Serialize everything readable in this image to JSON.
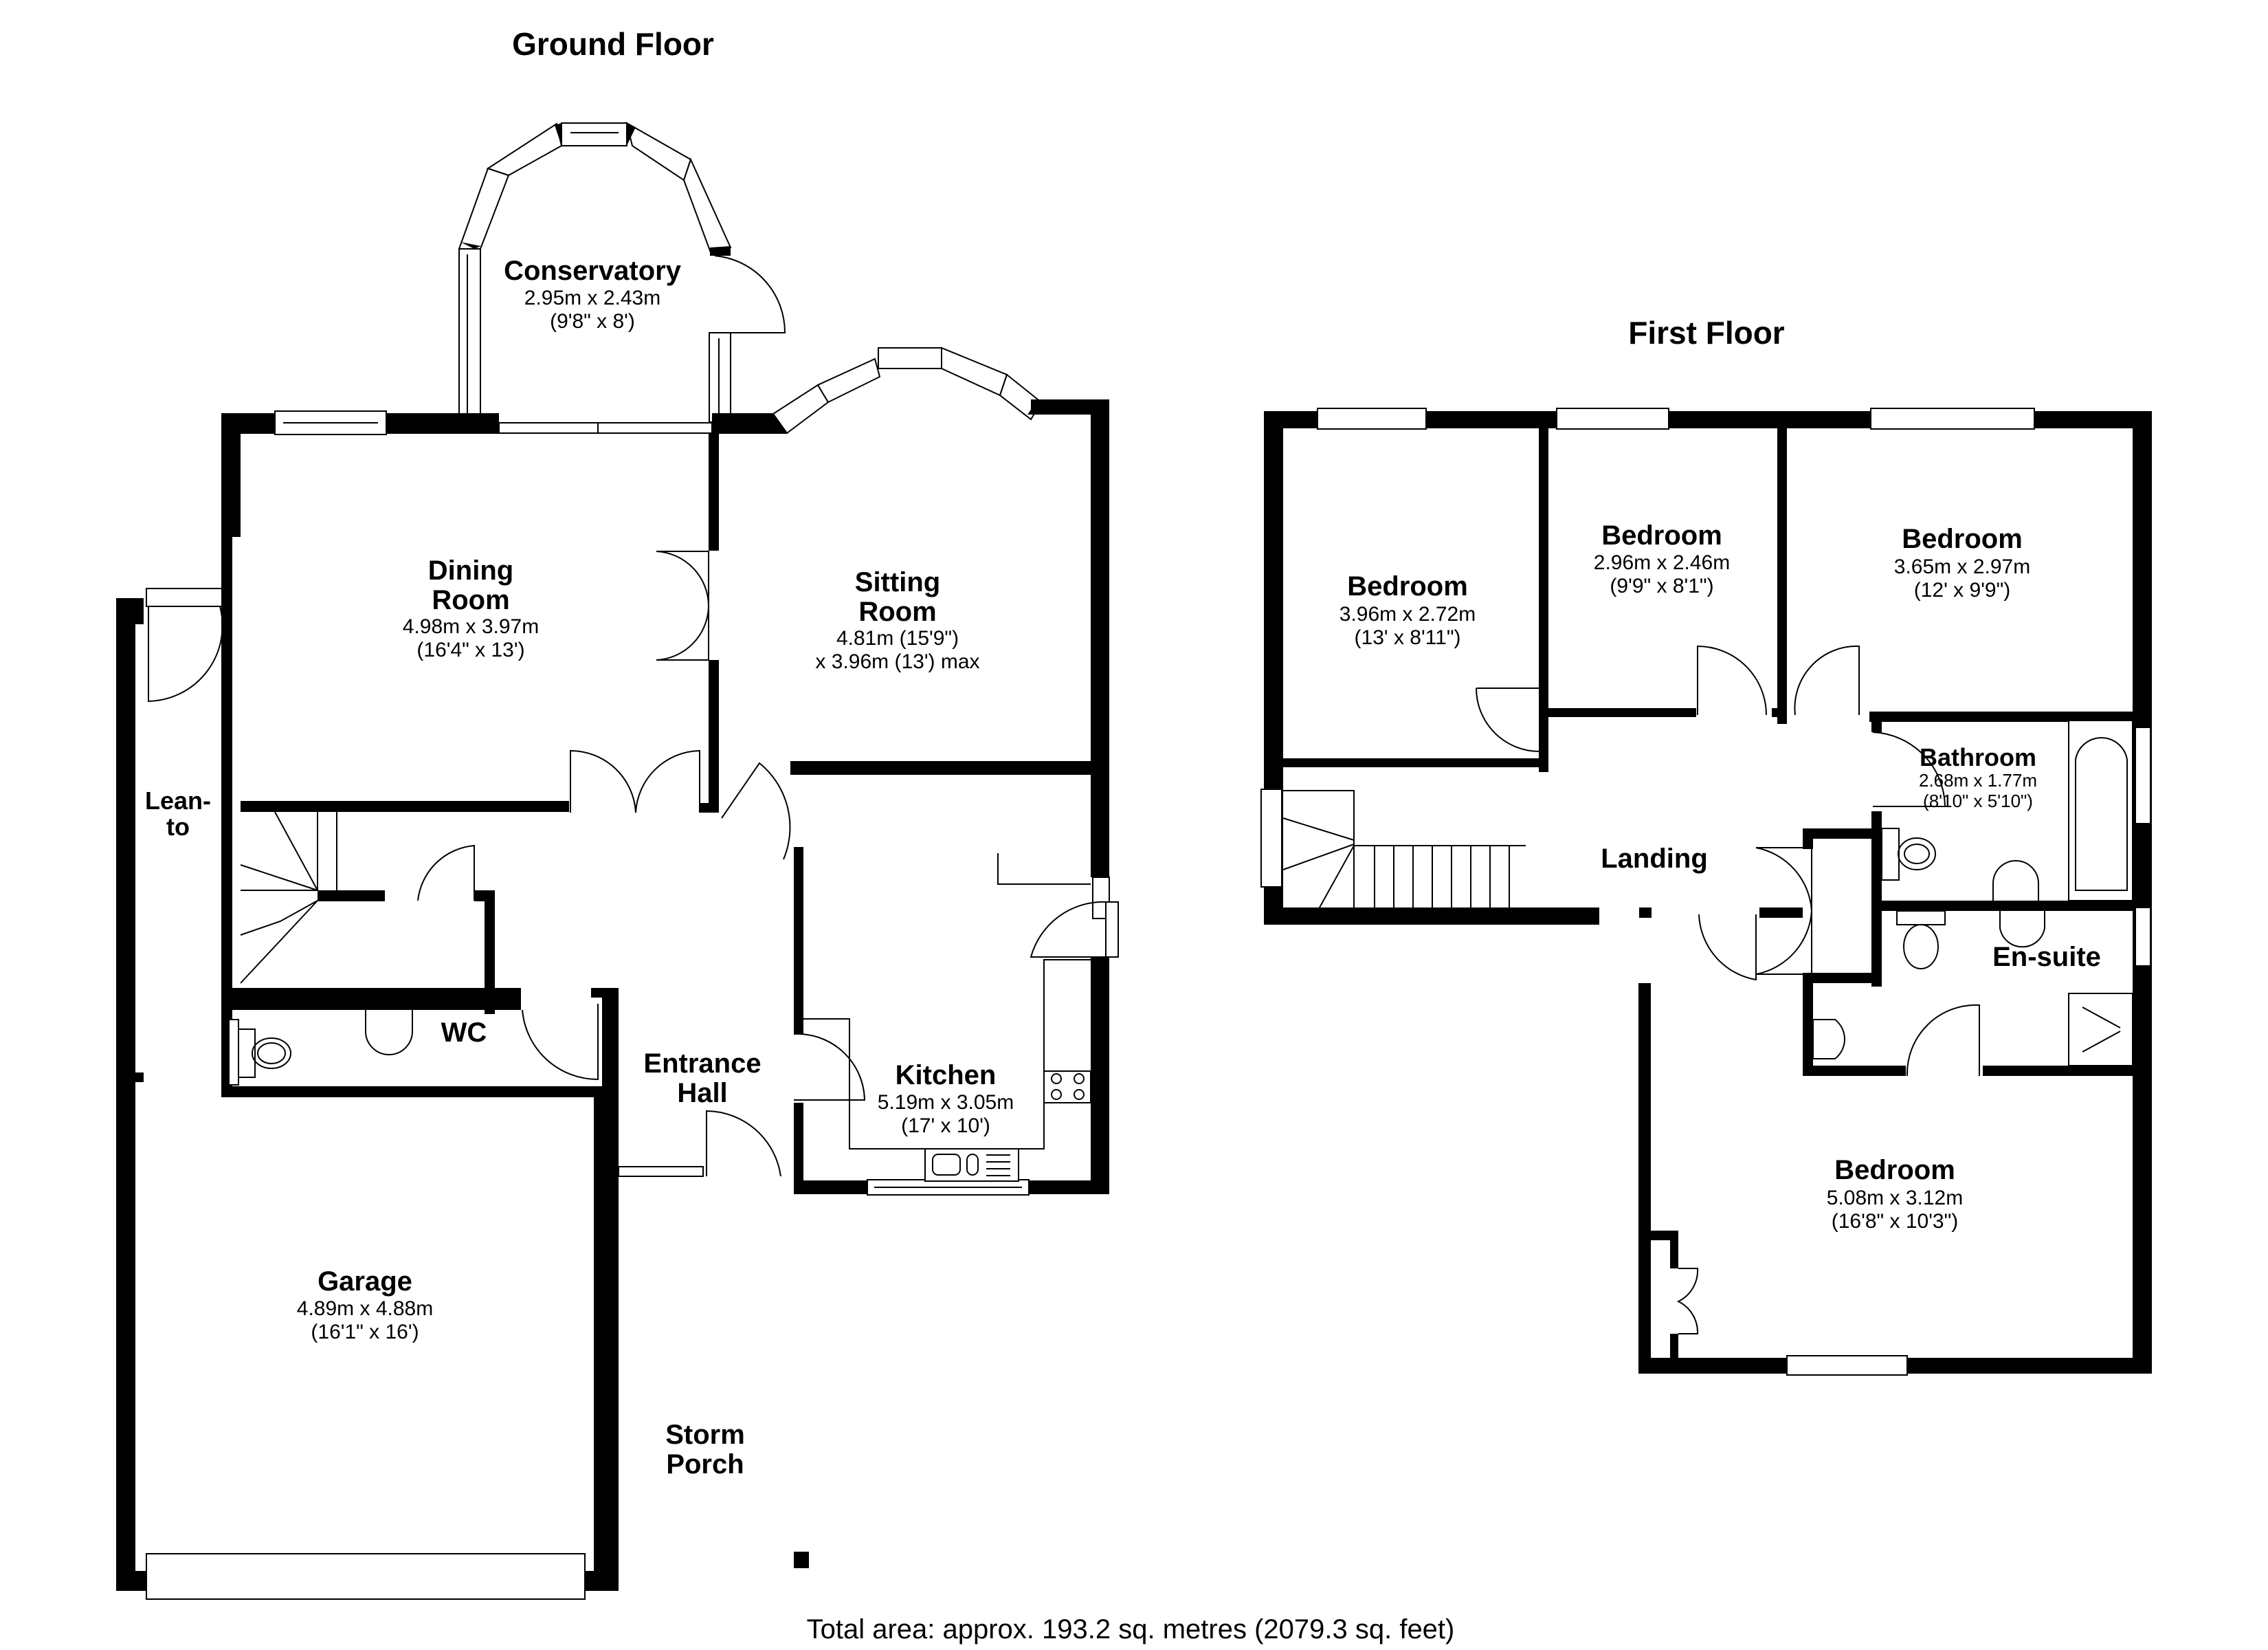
{
  "ground_floor": {
    "title": "Ground Floor",
    "rooms": {
      "conservatory": {
        "name": "Conservatory",
        "dim_m": "2.95m x 2.43m",
        "dim_ft": "(9'8\" x 8')"
      },
      "dining_room": {
        "name_line1": "Dining",
        "name_line2": "Room",
        "dim_m": "4.98m x 3.97m",
        "dim_ft": "(16'4\" x 13')"
      },
      "sitting_room": {
        "name_line1": "Sitting",
        "name_line2": "Room",
        "dim_line1": "4.81m (15'9\")",
        "dim_line2": "x 3.96m (13') max"
      },
      "lean_to": {
        "name_line1": "Lean-",
        "name_line2": "to"
      },
      "wc": {
        "name": "WC"
      },
      "entrance_hall": {
        "name_line1": "Entrance",
        "name_line2": "Hall"
      },
      "kitchen": {
        "name": "Kitchen",
        "dim_m": "5.19m x 3.05m",
        "dim_ft": "(17' x 10')"
      },
      "garage": {
        "name": "Garage",
        "dim_m": "4.89m x 4.88m",
        "dim_ft": "(16'1\" x 16')"
      },
      "storm_porch": {
        "name_line1": "Storm",
        "name_line2": "Porch"
      }
    }
  },
  "first_floor": {
    "title": "First Floor",
    "rooms": {
      "bedroom_left": {
        "name": "Bedroom",
        "dim_m": "3.96m x 2.72m",
        "dim_ft": "(13' x 8'11\")"
      },
      "bedroom_middle": {
        "name": "Bedroom",
        "dim_m": "2.96m x 2.46m",
        "dim_ft": "(9'9\" x 8'1\")"
      },
      "bedroom_right": {
        "name": "Bedroom",
        "dim_m": "3.65m x 2.97m",
        "dim_ft": "(12' x 9'9\")"
      },
      "bathroom": {
        "name": "Bathroom",
        "dim_m": "2.68m x 1.77m",
        "dim_ft": "(8'10\" x 5'10\")"
      },
      "landing": {
        "name": "Landing"
      },
      "en_suite": {
        "name": "En-suite"
      },
      "bedroom_main": {
        "name": "Bedroom",
        "dim_m": "5.08m x 3.12m",
        "dim_ft": "(16'8\" x 10'3\")"
      }
    }
  },
  "footer": {
    "total_area": "Total area: approx. 193.2 sq. metres (2079.3 sq. feet)"
  },
  "colors": {
    "wall": "#000000",
    "background": "#ffffff"
  }
}
